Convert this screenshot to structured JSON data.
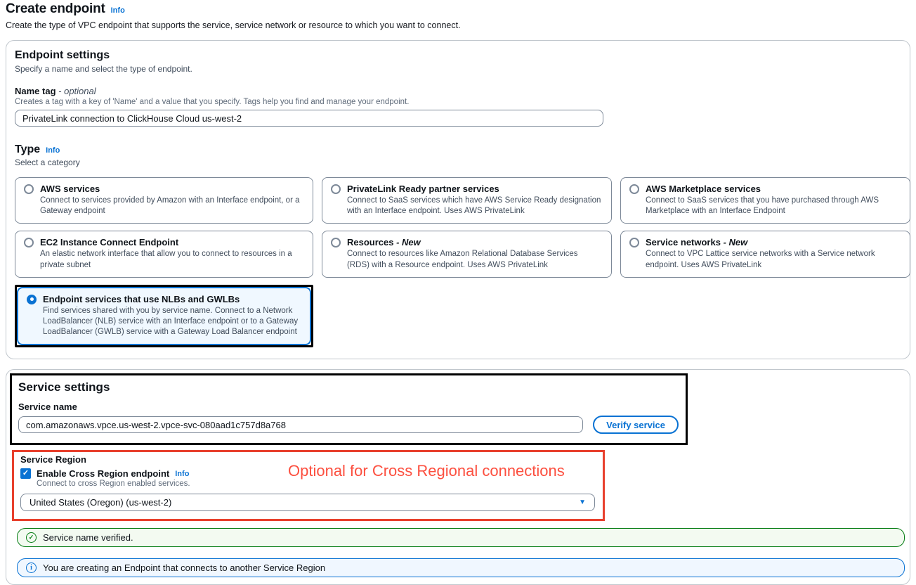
{
  "page": {
    "title": "Create endpoint",
    "info_label": "Info",
    "subtitle": "Create the type of VPC endpoint that supports the service, service network or resource to which you want to connect."
  },
  "endpoint_settings": {
    "title": "Endpoint settings",
    "description": "Specify a name and select the type of endpoint.",
    "name_tag": {
      "label": "Name tag",
      "optional_suffix": " - optional",
      "description": "Creates a tag with a key of 'Name' and a value that you specify. Tags help you find and manage your endpoint.",
      "value": "PrivateLink connection to ClickHouse Cloud us-west-2"
    },
    "type": {
      "label": "Type",
      "info_label": "Info",
      "description": "Select a category",
      "options": [
        {
          "title": "AWS services",
          "suffix": "",
          "description": "Connect to services provided by Amazon with an Interface endpoint, or a Gateway endpoint",
          "selected": false
        },
        {
          "title": "PrivateLink Ready partner services",
          "suffix": "",
          "description": "Connect to SaaS services which have AWS Service Ready designation with an Interface endpoint. Uses AWS PrivateLink",
          "selected": false
        },
        {
          "title": "AWS Marketplace services",
          "suffix": "",
          "description": "Connect to SaaS services that you have purchased through AWS Marketplace with an Interface Endpoint",
          "selected": false
        },
        {
          "title": "EC2 Instance Connect Endpoint",
          "suffix": "",
          "description": "An elastic network interface that allow you to connect to resources in a private subnet",
          "selected": false
        },
        {
          "title": "Resources",
          "suffix": " - New",
          "description": "Connect to resources like Amazon Relational Database Services (RDS) with a Resource endpoint. Uses AWS PrivateLink",
          "selected": false
        },
        {
          "title": "Service networks",
          "suffix": " - New",
          "description": "Connect to VPC Lattice service networks with a Service network endpoint. Uses AWS PrivateLink",
          "selected": false
        },
        {
          "title": "Endpoint services that use NLBs and GWLBs",
          "suffix": "",
          "description": "Find services shared with you by service name. Connect to a Network LoadBalancer (NLB) service with an Interface endpoint or to a Gateway LoadBalancer (GWLB) service with a Gateway Load Balancer endpoint",
          "selected": true
        }
      ]
    }
  },
  "service_settings": {
    "title": "Service settings",
    "service_name": {
      "label": "Service name",
      "value": "com.amazonaws.vpce.us-west-2.vpce-svc-080aad1c757d8a768",
      "verify_button_label": "Verify service"
    },
    "service_region": {
      "label": "Service Region",
      "checkbox_label": "Enable Cross Region endpoint",
      "info_label": "Info",
      "checkbox_checked": true,
      "checkbox_description": "Connect to cross Region enabled services.",
      "selected_region": "United States (Oregon) (us-west-2)"
    },
    "annotation_text": "Optional for Cross Regional connections",
    "alerts": {
      "success_message": "Service name verified.",
      "info_message": "You are creating an Endpoint that connects to another Service Region"
    }
  },
  "colors": {
    "link_blue": "#0972d3",
    "selected_card_bg": "#f0f8ff",
    "annotation_black": "#000000",
    "annotation_red": "#e8402d",
    "annotation_red_text": "#fc4f3f",
    "success_border": "#067d14",
    "success_bg": "#f3faf1",
    "info_border": "#0972d3",
    "info_bg": "#f0f7ff"
  }
}
